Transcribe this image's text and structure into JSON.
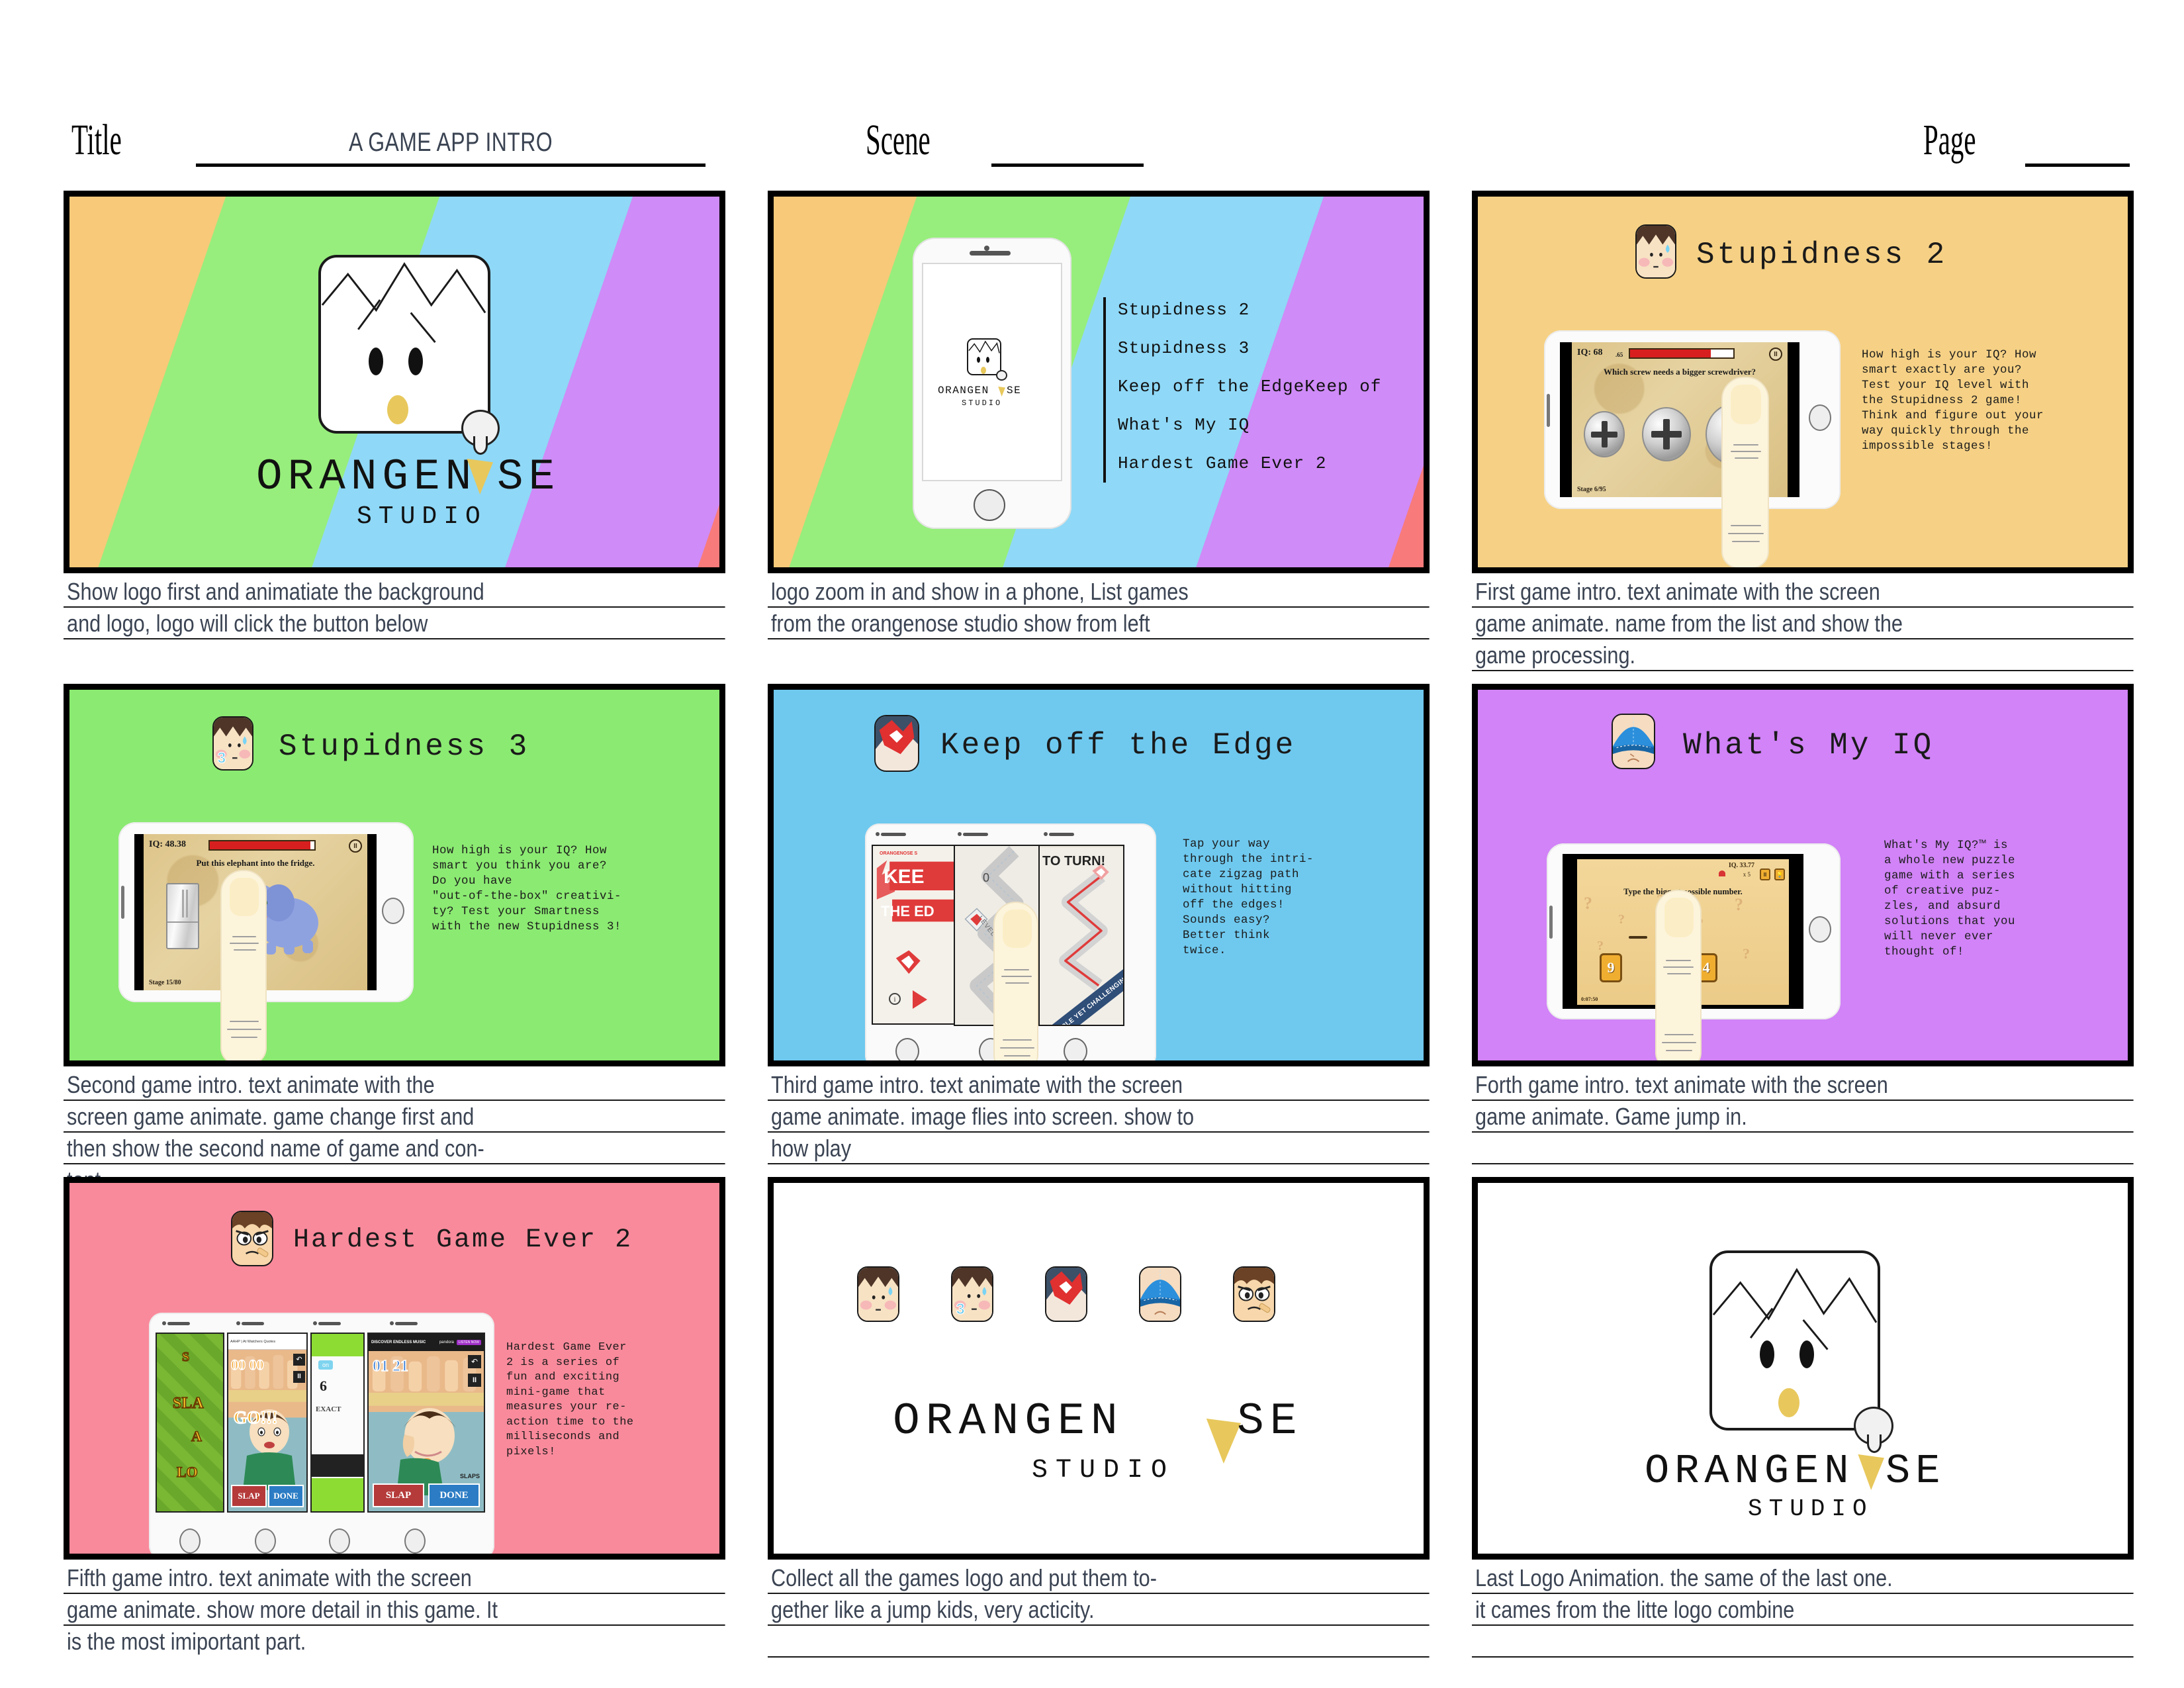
{
  "header": {
    "title_label": "Title",
    "title_value": "A GAME APP INTRO",
    "scene_label": "Scene",
    "scene_value": "",
    "page_label": "Page",
    "page_value": ""
  },
  "palette": {
    "stripe_orange": "#f7c979",
    "stripe_green": "#97ee7c",
    "stripe_blue": "#8fd8f7",
    "stripe_purple": "#cf8bf7",
    "stripe_red": "#f97a7a",
    "panel3_bg": "#f6d185",
    "panel4_bg": "#8bea72",
    "panel5_bg": "#6fc9ef",
    "panel6_bg": "#d183f7",
    "panel7_bg": "#f98a9b",
    "logo_nose": "#e8c85c",
    "caption_text": "#3b4453"
  },
  "brand": {
    "wordmark": "ORANGEN",
    "wordmark_tail": "SE",
    "studio": "STUDIO"
  },
  "panels": [
    {
      "id": "panel-1-logo-intro",
      "type": "logo-rainbow",
      "caption": [
        "Show logo first and animatiate the background",
        "and logo, logo will click the button below"
      ]
    },
    {
      "id": "panel-2-phone-list",
      "type": "phone-list",
      "game_list": [
        "Stupidness 2",
        "Stupidness 3",
        "Keep off the EdgeKeep of",
        "What's My IQ",
        "Hardest Game Ever 2"
      ],
      "caption": [
        "logo zoom in and show in a phone, List games",
        "from the orangenose studio show from left"
      ]
    },
    {
      "id": "panel-3-stupidness-2",
      "type": "game-tablet",
      "title": "Stupidness 2",
      "icon": "stupidness2-icon",
      "screen": {
        "iq_label": "IQ: 68",
        "iq_decimals": ".65",
        "iq_fill_pct": 78,
        "question": "Which screw needs a bigger screwdriver?",
        "stage": "Stage 6/95",
        "pause": "II"
      },
      "description": "How high is your IQ? How\nsmart exactly are you?\nTest your IQ level with\nthe Stupidness 2 game!\nThink and figure out your\nway quickly through the\nimpossible stages!",
      "caption": [
        "First game intro. text animate with the screen",
        "game animate. name from the list and show the",
        "game processing."
      ]
    },
    {
      "id": "panel-4-stupidness-3",
      "type": "game-tablet",
      "title": "Stupidness 3",
      "icon": "stupidness3-icon",
      "screen": {
        "iq_label": "IQ: 48.38",
        "iq_decimals": "",
        "iq_fill_pct": 96,
        "question": "Put this elephant into the fridge.",
        "stage": "Stage 15/80",
        "pause": "II"
      },
      "description": "How high is your IQ? How\nsmart you think you are?\nDo you have\n\"out-of-the-box\" creativi-\nty? Test your Smartness\nwith the new Stupidness 3!",
      "caption": [
        "Second game intro. text animate with the",
        "screen game animate. game change first and",
        "then show the second name of game and con-",
        "tent"
      ]
    },
    {
      "id": "panel-5-keep-off-the-edge",
      "type": "game-phones",
      "title": "Keep off the Edge",
      "icon": "keepoffedge-icon",
      "screens": {
        "left_title_1": "KEE",
        "left_title_2": "THE ED",
        "left_brand": "ORANGENOSE S",
        "mid_level": "LEVEL 1",
        "mid_score": "0",
        "right_title": "TO TURN!",
        "right_ribbon": "SIMPLE YET CHALLENGING"
      },
      "description": "Tap your way\nthrough the intri-\ncate zigzag path\nwithout hitting\noff the edges!\nSounds easy?\nBetter think\ntwice.",
      "caption": [
        "Third game intro. text animate with the screen",
        "game animate. image flies into screen. show to",
        "how play"
      ]
    },
    {
      "id": "panel-6-whats-my-iq",
      "type": "game-tablet",
      "title": "What's My IQ",
      "icon": "whatsmyiq-icon",
      "screen": {
        "iq_label": "IQ. 33.77",
        "hearts": "x 5",
        "question": "Type the biggest possible number.",
        "card_left": "9",
        "card_right": "4",
        "timer": "0:07:50"
      },
      "description": "What's My IQ?™ is\na whole new puzzle\ngame with a series\nof creative puz-\nzles, and absurd\nsolutions that you\nwill never ever\nthought of!",
      "caption": [
        "Forth game intro. text animate with the screen",
        "game animate. Game jump in."
      ]
    },
    {
      "id": "panel-7-hardest-game-ever-2",
      "type": "game-phones",
      "title": "Hardest Game Ever 2",
      "icon": "hardestgame2-icon",
      "screens": {
        "p1_words": [
          "S",
          "SLA",
          "A",
          "LO"
        ],
        "p2_counter": "00 00",
        "p2_go": "GO!!!",
        "p3_counter": "6",
        "p3_word": "EXACT",
        "p4_counter": "01 21",
        "p4_slaps": "SLAPS",
        "btn_slap": "SLAP",
        "btn_done": "DONE",
        "ad_left": "AAHP | At Watchers Quotes",
        "ad_right_1": "DISCOVER ENDLESS MUSIC",
        "ad_right_2": "pandora",
        "ad_right_cta": "LISTEN NOW"
      },
      "description": "Hardest Game Ever\n2 is a series of\nfun and exciting\nmini-game that\nmeasures your re-\naction time to the\nmilliseconds and\npixels!",
      "caption": [
        "Fifth game intro. text animate with the screen",
        "game animate. show more detail in this game. It",
        "is the most imiportant part."
      ]
    },
    {
      "id": "panel-8-all-icons",
      "type": "icon-collection",
      "icons": [
        "stupidness2-icon",
        "stupidness3-icon",
        "keepoffedge-icon",
        "whatsmyiq-icon",
        "hardestgame2-icon"
      ],
      "caption": [
        "Collect all the games logo and put them to-",
        "gether like a jump kids, very acticity."
      ]
    },
    {
      "id": "panel-9-final-logo",
      "type": "logo-plain",
      "caption": [
        "Last Logo Animation. the same of the last one.",
        "it cames from the litte logo combine"
      ]
    }
  ]
}
